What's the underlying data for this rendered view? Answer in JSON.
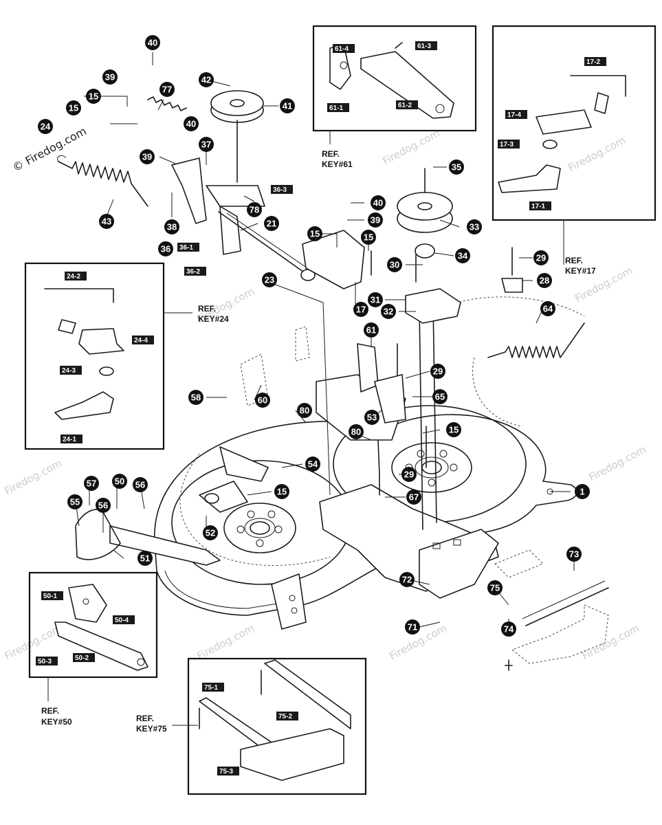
{
  "watermark": "© Firedog.com",
  "callouts": [
    "40",
    "39",
    "77",
    "42",
    "41",
    "15",
    "15",
    "24",
    "40",
    "37",
    "39",
    "36-3",
    "43",
    "38",
    "78",
    "21",
    "36",
    "36-1",
    "36-2",
    "23",
    "40",
    "35",
    "39",
    "15",
    "15",
    "33",
    "34",
    "30",
    "17",
    "31",
    "32",
    "29",
    "28",
    "64",
    "61",
    "29",
    "65",
    "58",
    "60",
    "80",
    "80",
    "53",
    "15",
    "54",
    "29",
    "1",
    "67",
    "57",
    "50",
    "56",
    "55",
    "56",
    "15",
    "52",
    "51",
    "72",
    "73",
    "75",
    "71",
    "74"
  ],
  "insets": {
    "key61": {
      "ref": "REF.",
      "key": "KEY#61",
      "tags": [
        "61-4",
        "61-3",
        "61-1",
        "61-2"
      ]
    },
    "key17": {
      "ref": "REF.",
      "key": "KEY#17",
      "tags": [
        "17-2",
        "17-4",
        "17-3",
        "17-1"
      ]
    },
    "key24": {
      "ref": "REF.",
      "key": "KEY#24",
      "tags": [
        "24-2",
        "24-4",
        "24-3",
        "24-1"
      ]
    },
    "key50": {
      "ref": "REF.",
      "key": "KEY#50",
      "tags": [
        "50-1",
        "50-4",
        "50-3",
        "50-2"
      ]
    },
    "key75": {
      "ref": "REF.",
      "key": "KEY#75",
      "tags": [
        "75-1",
        "75-2",
        "75-3"
      ]
    }
  }
}
